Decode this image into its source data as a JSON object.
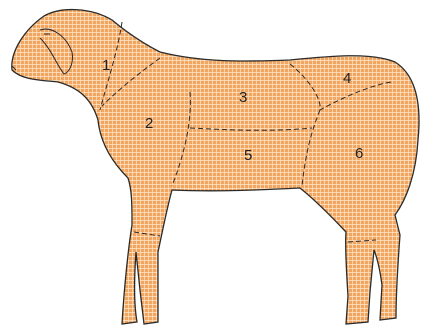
{
  "diagram": {
    "colors": {
      "fill": "#f2a55f",
      "grid": "#fde6cc",
      "outline": "#2b2b2b",
      "cut_line": "#2b2b2b"
    },
    "cuts": [
      {
        "id": "1",
        "label": "1"
      },
      {
        "id": "2",
        "label": "2"
      },
      {
        "id": "3",
        "label": "3"
      },
      {
        "id": "4",
        "label": "4"
      },
      {
        "id": "5",
        "label": "5"
      },
      {
        "id": "6",
        "label": "6"
      }
    ]
  }
}
